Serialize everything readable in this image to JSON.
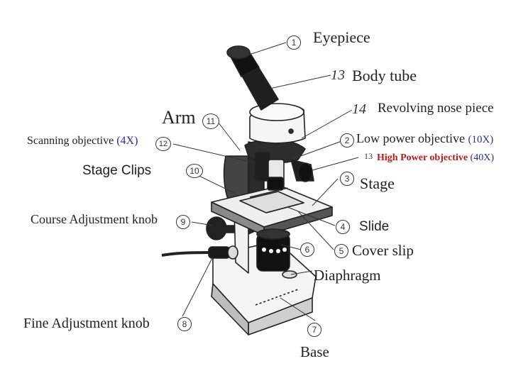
{
  "labels": {
    "eyepiece": "Eyepiece",
    "body_tube": "Body tube",
    "revolving_nose_piece": "Revolving nose piece",
    "arm": "Arm",
    "scanning_objective": "Scanning objective",
    "scanning_mag": "(4X)",
    "low_power_objective": "Low power objective",
    "low_power_mag": "(10X)",
    "high_power_objective": "High Power objective",
    "high_power_mag": "(40X)",
    "stage_clips": "Stage Clips",
    "stage": "Stage",
    "coarse_adjustment_knob": "Course Adjustment knob",
    "slide": "Slide",
    "cover_slip": "Cover slip",
    "diaphragm": "Diaphragm",
    "fine_adjustment_knob": "Fine Adjustment knob",
    "base": "Base"
  },
  "numbers": {
    "n1": "1",
    "n2": "2",
    "n3": "3",
    "n4": "4",
    "n5": "5",
    "n6": "6",
    "n7": "7",
    "n8": "8",
    "n9": "9",
    "n10": "10",
    "n11": "11",
    "n12": "12",
    "n13_top": "13",
    "n13_small": "13",
    "n14": "14"
  },
  "colors": {
    "line": "#333333",
    "magnification": "#2b2f8f",
    "label_red": "#c0171b"
  }
}
